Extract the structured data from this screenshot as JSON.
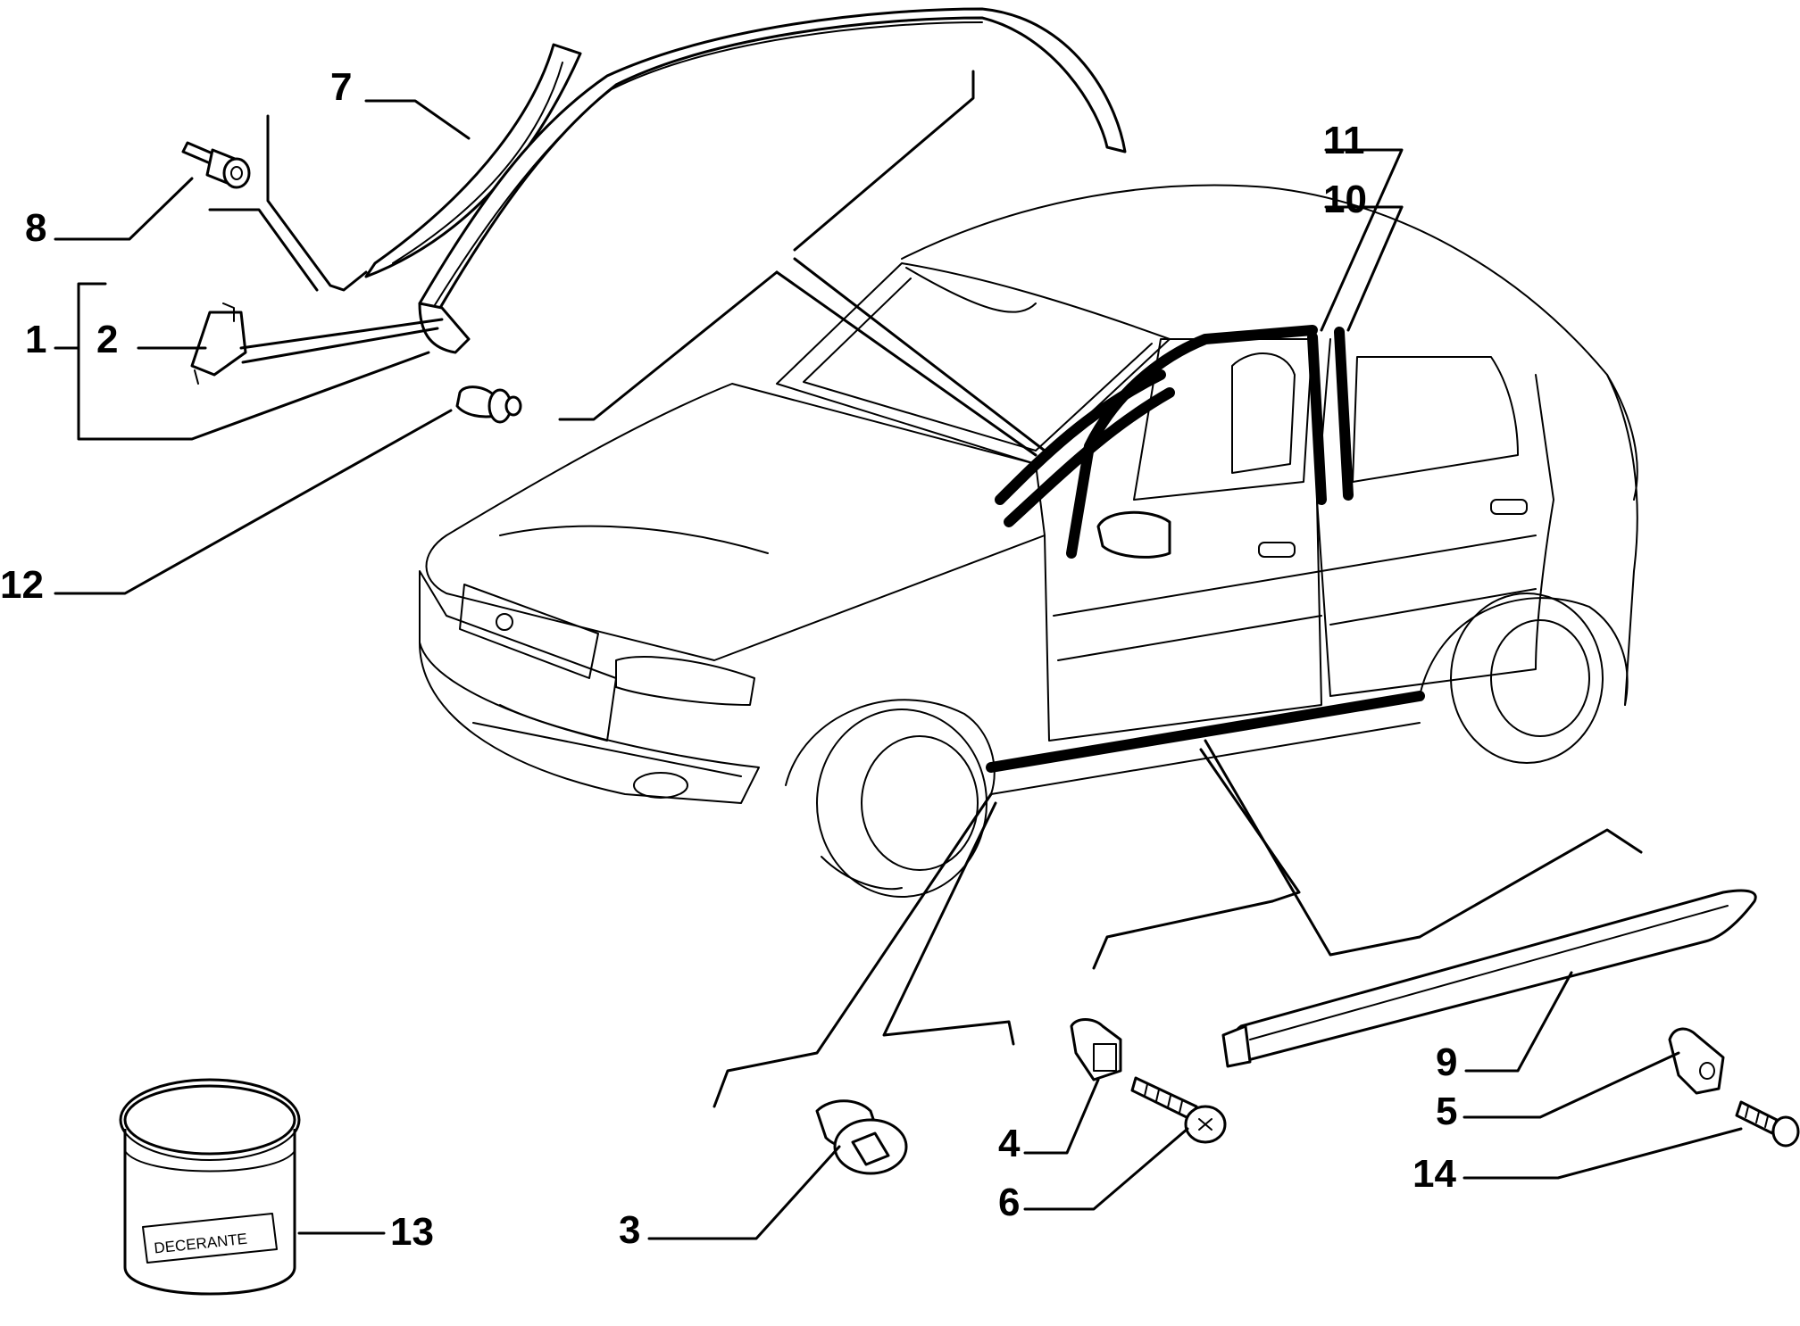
{
  "callouts": {
    "c1": "1",
    "c2": "2",
    "c3": "3",
    "c4": "4",
    "c5": "5",
    "c6": "6",
    "c7": "7",
    "c8": "8",
    "c9": "9",
    "c10": "10",
    "c11": "11",
    "c12": "12",
    "c13": "13",
    "c14": "14"
  },
  "tin": {
    "label": "DECERANTE"
  }
}
